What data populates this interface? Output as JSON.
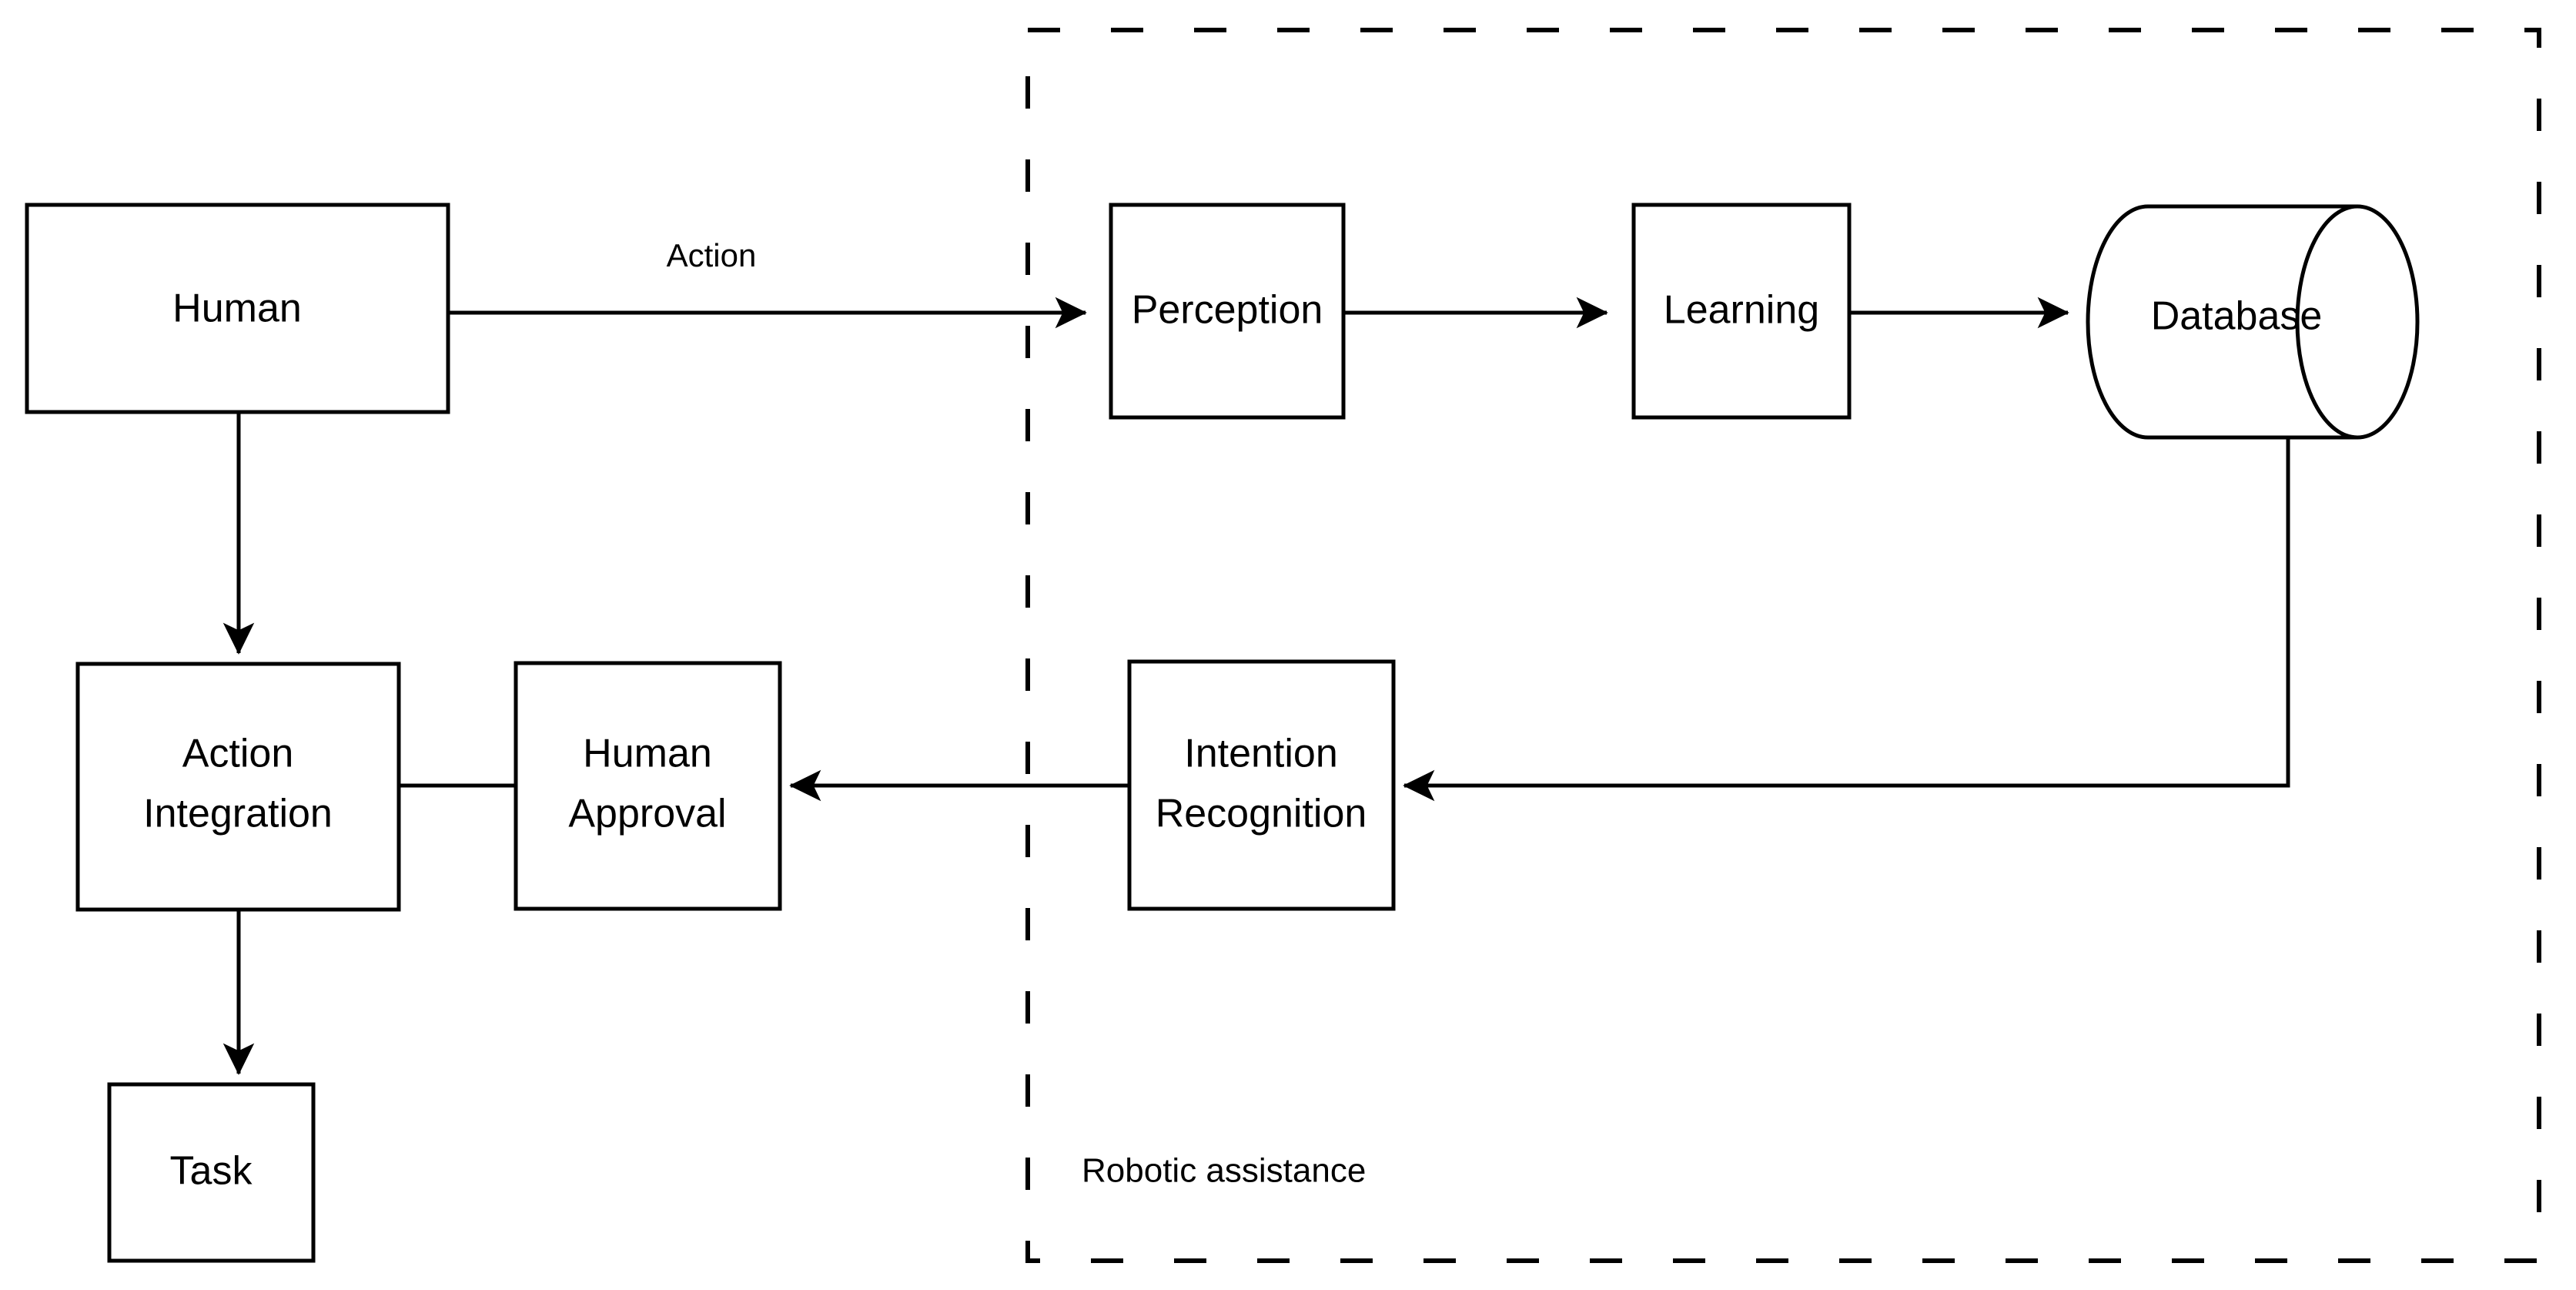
{
  "diagram": {
    "title": "Human-robot collaboration flow diagram",
    "background_color": "#ffffff",
    "line_color": "#000000",
    "nodes": [
      {
        "id": "human",
        "label": "Human",
        "shape": "rectangle"
      },
      {
        "id": "perception",
        "label": "Perception",
        "shape": "rectangle"
      },
      {
        "id": "learning",
        "label": "Learning",
        "shape": "rectangle"
      },
      {
        "id": "database",
        "label": "Database",
        "shape": "cylinder"
      },
      {
        "id": "intention",
        "label_line1": "Intention",
        "label_line2": "Recognition",
        "shape": "rectangle"
      },
      {
        "id": "approval",
        "label_line1": "Human",
        "label_line2": "Approval",
        "shape": "rectangle"
      },
      {
        "id": "integration",
        "label_line1": "Action",
        "label_line2": "Integration",
        "shape": "rectangle"
      },
      {
        "id": "task",
        "label": "Task",
        "shape": "rectangle"
      }
    ],
    "edges": [
      {
        "from": "human",
        "to": "perception",
        "label": "Action"
      },
      {
        "from": "perception",
        "to": "learning",
        "label": ""
      },
      {
        "from": "learning",
        "to": "database",
        "label": ""
      },
      {
        "from": "database",
        "to": "intention",
        "label": ""
      },
      {
        "from": "intention",
        "to": "approval",
        "label": ""
      },
      {
        "from": "approval",
        "to": "integration",
        "label": ""
      },
      {
        "from": "human",
        "to": "integration",
        "label": ""
      },
      {
        "from": "integration",
        "to": "task",
        "label": ""
      }
    ],
    "group": {
      "label": "Robotic assistance",
      "style": "dashed"
    }
  }
}
